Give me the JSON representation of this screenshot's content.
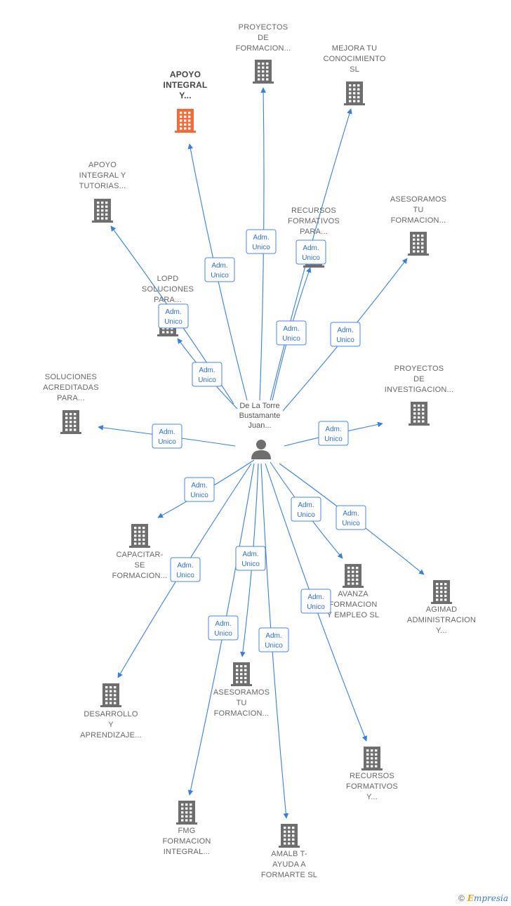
{
  "center": {
    "name_lines": [
      "De La Torre",
      "Bustamante",
      "Juan..."
    ]
  },
  "relation": {
    "line1": "Adm.",
    "line2": "Unico"
  },
  "colors": {
    "edge": "#3a7fd5",
    "building": "#6e6e6e",
    "highlight": "#f26b3a",
    "badge_border": "#4a86d8"
  },
  "companies": [
    {
      "id": "apoyo-integral-y",
      "lines": [
        "APOYO",
        "INTEGRAL",
        "Y..."
      ],
      "highlight": true
    },
    {
      "id": "proyectos-de-formacion",
      "lines": [
        "PROYECTOS",
        "DE",
        "FORMACION..."
      ]
    },
    {
      "id": "mejora-tu-conocimiento-sl",
      "lines": [
        "MEJORA TU",
        "CONOCIMIENTO",
        "SL"
      ]
    },
    {
      "id": "apoyo-integral-y-tutorias",
      "lines": [
        "APOYO",
        "INTEGRAL Y",
        "TUTORIAS..."
      ]
    },
    {
      "id": "recursos-formativos-para",
      "lines": [
        "RECURSOS",
        "FORMATIVOS",
        "PARA..."
      ]
    },
    {
      "id": "asesoramos-tu-formacion-1",
      "lines": [
        "ASESORAMOS",
        "TU",
        "FORMACION..."
      ]
    },
    {
      "id": "lopd-soluciones-para",
      "lines": [
        "LOPD",
        "SOLUCIONES",
        "PARA..."
      ]
    },
    {
      "id": "soluciones-acreditadas-para",
      "lines": [
        "SOLUCIONES",
        "ACREDITADAS",
        "PARA..."
      ]
    },
    {
      "id": "proyectos-de-investigacion",
      "lines": [
        "PROYECTOS",
        "DE",
        "INVESTIGACION..."
      ]
    },
    {
      "id": "capacitar-se-formacion",
      "lines": [
        "CAPACITAR-",
        "SE",
        "FORMACION..."
      ]
    },
    {
      "id": "avanza-formacion-y-empleo-sl",
      "lines": [
        "AVANZA",
        "FORMACION",
        "Y EMPLEO  SL"
      ]
    },
    {
      "id": "agimad-administracion-y",
      "lines": [
        "AGIMAD",
        "ADMINISTRACION",
        "Y..."
      ]
    },
    {
      "id": "desarrollo-y-aprendizaje",
      "lines": [
        "DESARROLLO",
        "Y",
        "APRENDIZAJE..."
      ]
    },
    {
      "id": "asesoramos-tu-formacion-2",
      "lines": [
        "ASESORAMOS",
        "TU",
        "FORMACION..."
      ]
    },
    {
      "id": "recursos-formativos-y",
      "lines": [
        "RECURSOS",
        "FORMATIVOS",
        "Y..."
      ]
    },
    {
      "id": "fmg-formacion-integral",
      "lines": [
        "FMG",
        "FORMACION",
        "INTEGRAL..."
      ]
    },
    {
      "id": "amalb-t-ayuda-a-formarte-sl",
      "lines": [
        "AMALB T-",
        "AYUDA A",
        "FORMARTE  SL"
      ]
    }
  ],
  "footer": {
    "copyright": "©",
    "brand_initial": "E",
    "brand_rest": "mpresia"
  }
}
